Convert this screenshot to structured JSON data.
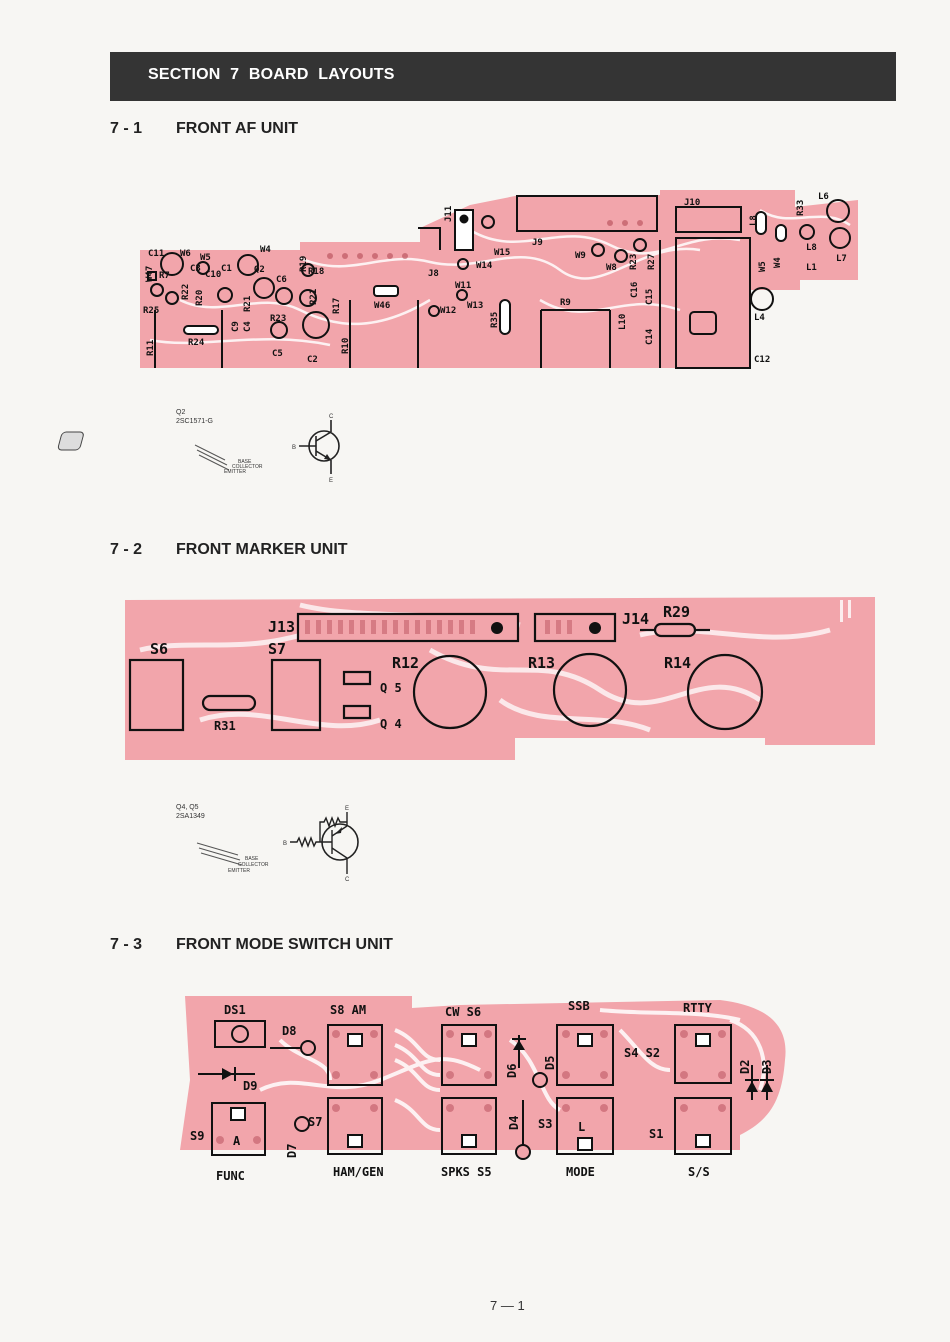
{
  "header": {
    "title": "SECTION   7   BOARD LAYOUTS"
  },
  "sections": [
    {
      "number": "7 - 1",
      "title": "FRONT AF UNIT"
    },
    {
      "number": "7 - 2",
      "title": "FRONT MARKER UNIT"
    },
    {
      "number": "7 - 3",
      "title": "FRONT MODE SWITCH UNIT"
    }
  ],
  "af_unit": {
    "labels": [
      "J11",
      "J10",
      "J9",
      "J8",
      "L6",
      "R33",
      "L8",
      "L8",
      "L7",
      "L1",
      "W5",
      "W4",
      "L4",
      "C12",
      "C14",
      "C15",
      "C16",
      "R23",
      "R27",
      "W9",
      "W8",
      "R9",
      "L10",
      "R35",
      "W13",
      "W12",
      "W11",
      "W14",
      "W15",
      "W46",
      "R18",
      "R21",
      "R17",
      "R19",
      "Q2",
      "C6",
      "R10",
      "C2",
      "C5",
      "R23",
      "R24",
      "C4",
      "C9",
      "R21",
      "R20",
      "R11",
      "C10",
      "C3",
      "W47",
      "C11",
      "W6",
      "W5",
      "W4",
      "R25",
      "C1",
      "R7",
      "R22"
    ],
    "transistor": {
      "ref": "Q2",
      "part": "2SC1571-G",
      "pins": [
        "BASE",
        "COLLECTOR",
        "EMITTER"
      ],
      "symbol_pins": [
        "B",
        "C",
        "E"
      ]
    }
  },
  "marker_unit": {
    "labels": [
      "S6",
      "S7",
      "J13",
      "J14",
      "R29",
      "R12",
      "R13",
      "R14",
      "Q 5",
      "Q 4",
      "R31"
    ],
    "transistor": {
      "ref": "Q4, Q5",
      "part": "2SA1349",
      "pins": [
        "BASE",
        "COLLECTOR",
        "EMITTER"
      ],
      "symbol_pins": [
        "B",
        "C",
        "E"
      ]
    }
  },
  "mode_switch_unit": {
    "labels": [
      "DS1",
      "S8 AM",
      "CW S6",
      "SSB",
      "RTTY",
      "D8",
      "D9",
      "D6",
      "D5",
      "S4 S2",
      "D2",
      "D3",
      "S9",
      "A",
      "FUNC",
      "S7",
      "D7",
      "HAM/GEN",
      "D4",
      "S3",
      "L",
      "SPKS S5",
      "MODE",
      "S1",
      "S/S"
    ]
  },
  "footer": {
    "page": "7 — 1"
  },
  "colors": {
    "board": "#f2a5ab",
    "header_bg": "#343434"
  }
}
